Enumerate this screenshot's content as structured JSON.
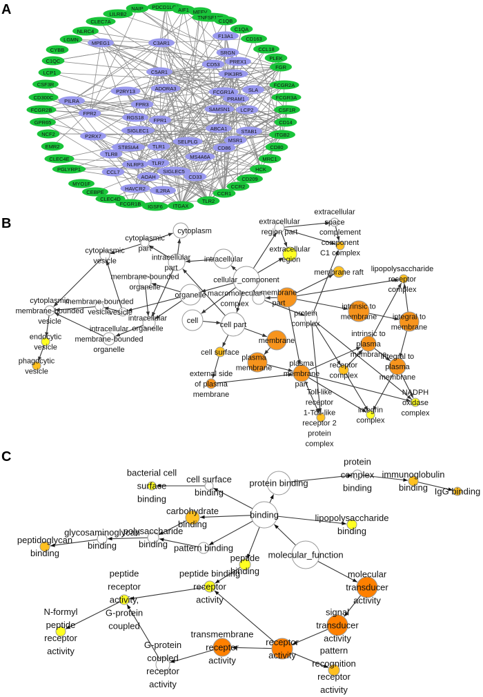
{
  "panels": {
    "A": {
      "letter": "A",
      "title": "Protein-protein interaction network",
      "colors": {
        "hub": "#9999ee",
        "outer": "#19c43a",
        "edge": "#8a8a8a"
      },
      "outer_nodes": [
        "NAIP",
        "PDCD1LG2",
        "AIF1",
        "MEFV",
        "TNFSF13B",
        "C1QB",
        "C1QA",
        "CD163",
        "CCL18",
        "PLEK",
        "FGR",
        "FCGR2A",
        "FCGR3A",
        "CSF1R",
        "CD14",
        "ITGB2",
        "CD80",
        "MRC1",
        "HCK",
        "CD209",
        "CCR2",
        "CCR1",
        "TLR2",
        "ITGAX",
        "IGSF6",
        "FCGR1B",
        "CLEC4D",
        "CEBPE",
        "MYO1F",
        "PGLYRP1",
        "CLEC4E",
        "EMR2",
        "NCF2",
        "GPR65",
        "FCGR2B",
        "CD300C",
        "CSF3R",
        "LCP1",
        "C1QC",
        "CYBB",
        "LGMN",
        "NLRC4",
        "CLEC7A",
        "LILRB2"
      ],
      "inner_nodes": [
        "MPEG1",
        "C3AR1",
        "F13A1",
        "SRGN",
        "CD53",
        "PREX1",
        "PIK3R5",
        "C5AR1",
        "ADORA3",
        "P2RY13",
        "FCGR1A",
        "SLA",
        "PRAM1",
        "PILRA",
        "FPR3",
        "SAMSN1",
        "LCP2",
        "FPR2",
        "RGS18",
        "FPR1",
        "ABCA1",
        "STAB1",
        "SIGLEC1",
        "P2RX7",
        "MSR1",
        "SELPLG",
        "ST8SIA4",
        "TLR1",
        "CD86",
        "TLR8",
        "MS4A6A",
        "NLRP3",
        "TLR7",
        "CCL7",
        "SIGLEC5",
        "AOAH",
        "CD33",
        "HAVCR2",
        "IL2RA"
      ]
    },
    "B": {
      "letter": "B",
      "title": "GO cellular component",
      "colors": {
        "none": "#ffffff",
        "low": "#ffff22",
        "mid": "#ffc020",
        "high": "#f7941d",
        "border": "#999999",
        "edge": "#333333"
      },
      "nodes": [
        {
          "id": "cytoplasm",
          "label": [
            "cytoplasm"
          ],
          "level": "none"
        },
        {
          "id": "cytoplasmic_part",
          "label": [
            "cytoplasmic",
            "part"
          ],
          "level": "none"
        },
        {
          "id": "cytoplasmic_vesicle",
          "label": [
            "cytoplasmic",
            "vesicle"
          ],
          "level": "none"
        },
        {
          "id": "intracellular_part",
          "label": [
            "intracellular",
            "part"
          ],
          "level": "none"
        },
        {
          "id": "intracellular",
          "label": [
            "intracellular"
          ],
          "level": "none"
        },
        {
          "id": "mb_organelle",
          "label": [
            "membrane-bounded",
            "organelle"
          ],
          "level": "none"
        },
        {
          "id": "organelle",
          "label": [
            "organelle"
          ],
          "level": "none"
        },
        {
          "id": "cellular_component",
          "label": [
            "cellular_component"
          ],
          "level": "none"
        },
        {
          "id": "cyto_mb_vesicle",
          "label": [
            "cytoplasmic",
            "membrane-bounded",
            "vesicle"
          ],
          "level": "none"
        },
        {
          "id": "mb_vesicle",
          "label": [
            "membrane-bounded",
            "vesicle"
          ],
          "level": "none"
        },
        {
          "id": "vesicle",
          "label": [
            "vesicle"
          ],
          "level": "none"
        },
        {
          "id": "intracellular_organelle",
          "label": [
            "intracellular",
            "organelle"
          ],
          "level": "none"
        },
        {
          "id": "intracellular_mb_organelle",
          "label": [
            "intracellular",
            "membrane-bounded",
            "organelle"
          ],
          "level": "none"
        },
        {
          "id": "cell",
          "label": [
            "cell"
          ],
          "level": "none"
        },
        {
          "id": "cell_part",
          "label": [
            "cell part"
          ],
          "level": "none"
        },
        {
          "id": "macromolecular_complex",
          "label": [
            "macromolecular",
            "complex"
          ],
          "level": "none"
        },
        {
          "id": "endocytic_vesicle",
          "label": [
            "endocytic",
            "vesicle"
          ],
          "level": "low"
        },
        {
          "id": "phagocytic_vesicle",
          "label": [
            "phagocytic",
            "vesicle"
          ],
          "level": "mid"
        },
        {
          "id": "extracellular_region_part",
          "label": [
            "extracellular",
            "region part"
          ],
          "level": "none"
        },
        {
          "id": "extracellular_space",
          "label": [
            "extracellular",
            "space"
          ],
          "level": "none"
        },
        {
          "id": "extracellular_region",
          "label": [
            "extracellular",
            "region"
          ],
          "level": "low"
        },
        {
          "id": "complement_c1",
          "label": [
            "complement",
            "component",
            "C1 complex"
          ],
          "level": "mid"
        },
        {
          "id": "membrane_raft",
          "label": [
            "membrane raft"
          ],
          "level": "mid"
        },
        {
          "id": "lps_receptor_complex",
          "label": [
            "lipopolysaccharide",
            "receptor",
            "complex"
          ],
          "level": "mid"
        },
        {
          "id": "membrane_part",
          "label": [
            "membrane",
            "part"
          ],
          "level": "high"
        },
        {
          "id": "protein_complex",
          "label": [
            "protein",
            "complex"
          ],
          "level": "none"
        },
        {
          "id": "intrinsic_to_membrane",
          "label": [
            "intrinsic to",
            "membrane"
          ],
          "level": "high"
        },
        {
          "id": "integral_to_membrane",
          "label": [
            "integral to",
            "membrane"
          ],
          "level": "high"
        },
        {
          "id": "membrane",
          "label": [
            "membrane"
          ],
          "level": "high"
        },
        {
          "id": "cell_surface",
          "label": [
            "cell surface"
          ],
          "level": "mid"
        },
        {
          "id": "intrinsic_to_pm",
          "label": [
            "intrinsic to",
            "plasma",
            "membrane"
          ],
          "level": "high"
        },
        {
          "id": "plasma_membrane",
          "label": [
            "plasma",
            "membrane"
          ],
          "level": "high"
        },
        {
          "id": "integral_to_pm",
          "label": [
            "integral to",
            "plasma",
            "membrane"
          ],
          "level": "high"
        },
        {
          "id": "receptor_complex",
          "label": [
            "receptor",
            "complex"
          ],
          "level": "mid"
        },
        {
          "id": "pm_part",
          "label": [
            "plasma",
            "membrane",
            "part"
          ],
          "level": "high"
        },
        {
          "id": "external_side_pm",
          "label": [
            "external side",
            "of plasma",
            "membrane"
          ],
          "level": "high"
        },
        {
          "id": "tlr1_tlr2",
          "label": [
            "Toll-like",
            "receptor",
            "1-Toll-like",
            "receptor 2",
            "protein",
            "complex"
          ],
          "level": "mid"
        },
        {
          "id": "integrin_complex",
          "label": [
            "integrin",
            "complex"
          ],
          "level": "low"
        },
        {
          "id": "nadph_oxidase",
          "label": [
            "NADPH",
            "oxidase",
            "complex"
          ],
          "level": "low"
        }
      ]
    },
    "C": {
      "letter": "C",
      "title": "GO molecular function",
      "colors": {
        "none": "#ffffff",
        "low": "#ffff22",
        "mid": "#ffc020",
        "high": "#ff8000",
        "border": "#999999",
        "edge": "#111111"
      },
      "nodes": [
        {
          "id": "bacterial_cell_surface",
          "label": [
            "bacterial cell",
            "surface",
            "binding"
          ],
          "level": "low"
        },
        {
          "id": "cell_surface_binding",
          "label": [
            "cell surface",
            "binding"
          ],
          "level": "none"
        },
        {
          "id": "protein_binding",
          "label": [
            "protein binding"
          ],
          "level": "none"
        },
        {
          "id": "protein_complex_binding",
          "label": [
            "protein",
            "complex",
            "binding"
          ],
          "level": "none"
        },
        {
          "id": "ig_binding",
          "label": [
            "immunoglobulin",
            "binding"
          ],
          "level": "mid"
        },
        {
          "id": "igg_binding",
          "label": [
            "IgG binding"
          ],
          "level": "mid"
        },
        {
          "id": "carbohydrate_binding",
          "label": [
            "carbohydrate",
            "binding"
          ],
          "level": "mid"
        },
        {
          "id": "binding",
          "label": [
            "binding"
          ],
          "level": "none"
        },
        {
          "id": "lps_binding",
          "label": [
            "lipopolysaccharide",
            "binding"
          ],
          "level": "low"
        },
        {
          "id": "peptidoglycan_binding",
          "label": [
            "peptidoglycan",
            "binding"
          ],
          "level": "mid"
        },
        {
          "id": "gag_binding",
          "label": [
            "glycosaminoglycan",
            "binding"
          ],
          "level": "none"
        },
        {
          "id": "polysaccharide_binding",
          "label": [
            "polysaccharide",
            "binding"
          ],
          "level": "none"
        },
        {
          "id": "pattern_binding",
          "label": [
            "pattern binding"
          ],
          "level": "none"
        },
        {
          "id": "peptide_binding",
          "label": [
            "peptide",
            "binding"
          ],
          "level": "low"
        },
        {
          "id": "molecular_function",
          "label": [
            "molecular_function"
          ],
          "level": "none"
        },
        {
          "id": "peptide_receptor_gpcr",
          "label": [
            "peptide",
            "receptor",
            "activity,",
            "G-protein",
            "coupled"
          ],
          "level": "low"
        },
        {
          "id": "peptide_binding_receptor",
          "label": [
            "peptide binding",
            "receptor",
            "activity"
          ],
          "level": "low"
        },
        {
          "id": "molecular_transducer",
          "label": [
            "molecular",
            "transducer",
            "activity"
          ],
          "level": "high"
        },
        {
          "id": "n_formyl",
          "label": [
            "N-formyl",
            "peptide",
            "receptor",
            "activity"
          ],
          "level": "low"
        },
        {
          "id": "signal_transducer",
          "label": [
            "signal",
            "transducer",
            "activity"
          ],
          "level": "high"
        },
        {
          "id": "transmembrane_receptor",
          "label": [
            "transmembrane",
            "receptor",
            "activity"
          ],
          "level": "high"
        },
        {
          "id": "receptor_activity",
          "label": [
            "receptor",
            "activity"
          ],
          "level": "high"
        },
        {
          "id": "gpcr_activity",
          "label": [
            "G-protein",
            "coupled",
            "receptor",
            "activity"
          ],
          "level": "none"
        },
        {
          "id": "prr_activity",
          "label": [
            "pattern",
            "recognition",
            "receptor",
            "activity"
          ],
          "level": "mid"
        }
      ]
    }
  }
}
